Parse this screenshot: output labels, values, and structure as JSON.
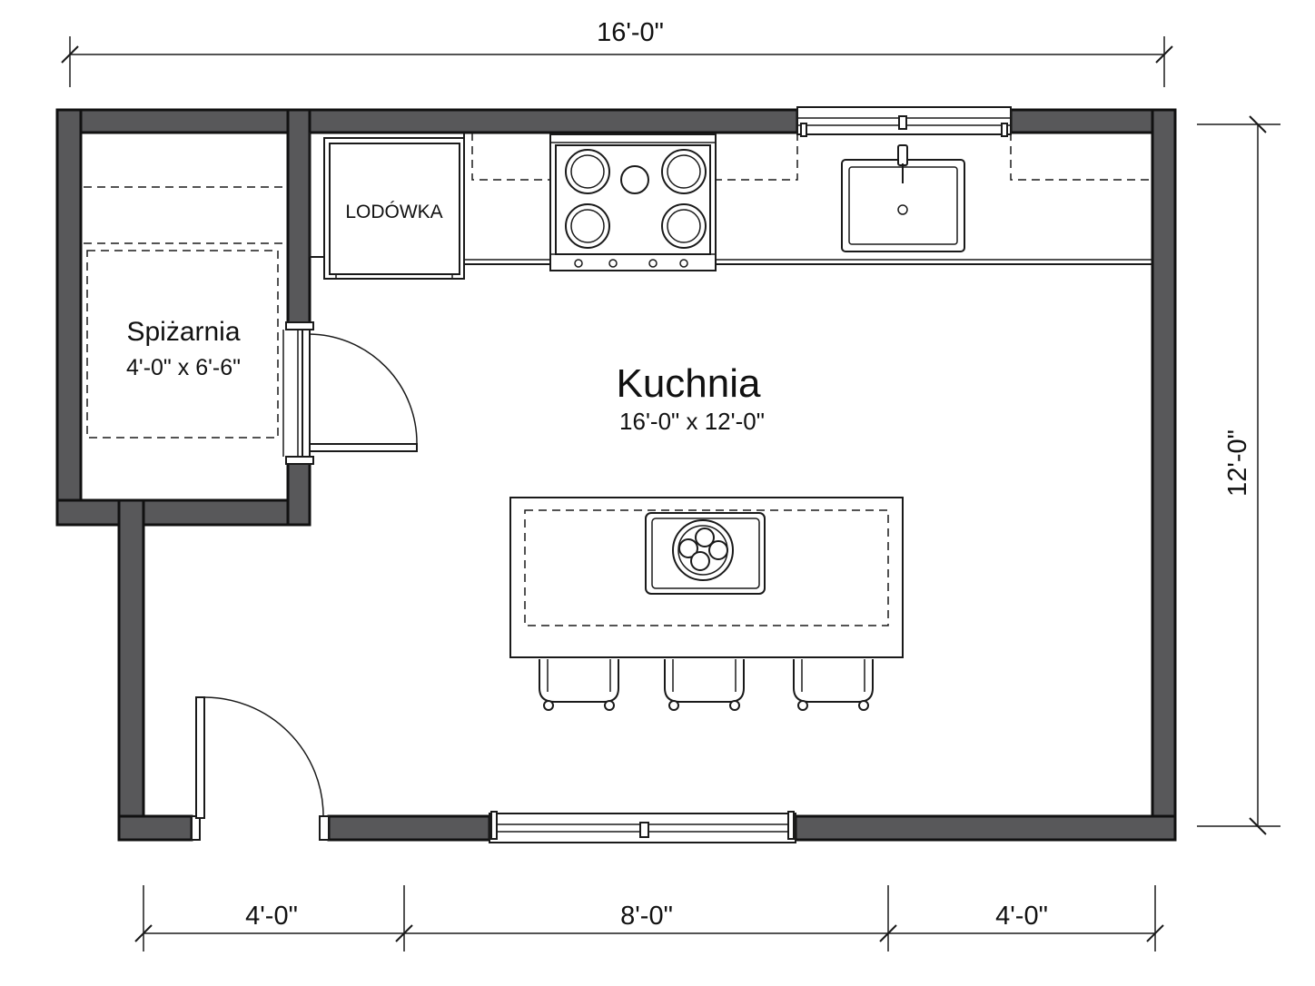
{
  "dimensions": {
    "top_width": "16'-0\"",
    "right_height": "12'-0\"",
    "bottom_left": "4'-0\"",
    "bottom_middle": "8'-0\"",
    "bottom_right": "4'-0\""
  },
  "rooms": {
    "pantry": {
      "name": "Spiżarnia",
      "size": "4'-0\" x 6'-6\""
    },
    "kitchen": {
      "name": "Kuchnia",
      "size": "16'-0\" x 12'-0\""
    }
  },
  "fixtures": {
    "fridge_label": "LODÓWKA"
  },
  "colors": {
    "wall_fill": "#58585a",
    "line": "#1a1a1a",
    "background": "#ffffff"
  }
}
